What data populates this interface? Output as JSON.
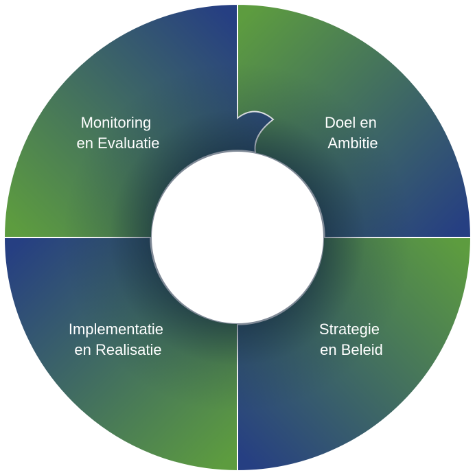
{
  "colors": {
    "green": "#5d9c3f",
    "blue": "#263f82",
    "background": "#ffffff",
    "label": "#ffffff"
  },
  "segments": [
    {
      "id": "top-right",
      "lines": [
        "Doel en",
        "Ambitie"
      ]
    },
    {
      "id": "bottom-right",
      "lines": [
        "Strategie",
        "en Beleid"
      ]
    },
    {
      "id": "bottom-left",
      "lines": [
        "Implementatie",
        "en Realisatie"
      ]
    },
    {
      "id": "top-left",
      "lines": [
        "Monitoring",
        "en Evaluatie"
      ]
    }
  ]
}
